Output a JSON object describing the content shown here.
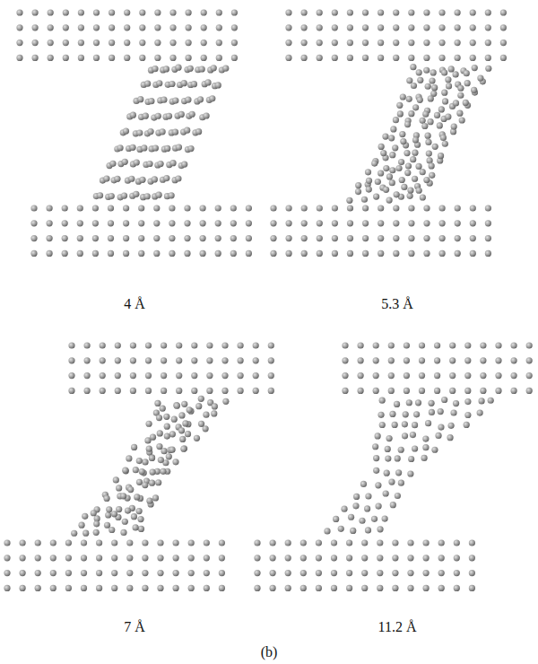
{
  "diagram": {
    "labels": [
      "4 Å",
      "5.3 Å",
      "7 Å",
      "11.2 Å",
      "(b)"
    ]
  }
}
